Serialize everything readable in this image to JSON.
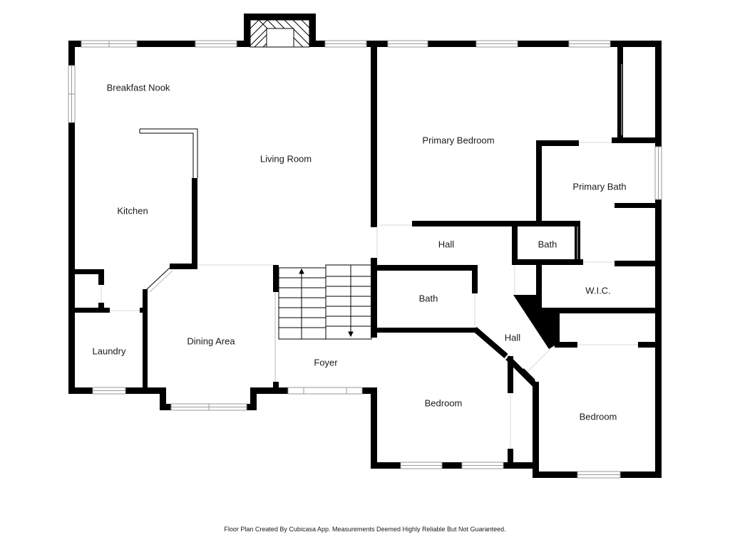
{
  "rooms": {
    "breakfast_nook": "Breakfast Nook",
    "living_room": "Living Room",
    "kitchen": "Kitchen",
    "dining_area": "Dining Area",
    "laundry": "Laundry",
    "foyer": "Foyer",
    "primary_bedroom": "Primary Bedroom",
    "primary_bath": "Primary Bath",
    "hall_upper": "Hall",
    "bath_small": "Bath",
    "bath_left": "Bath",
    "wic": "W.I.C.",
    "hall_lower": "Hall",
    "bedroom_left": "Bedroom",
    "bedroom_right": "Bedroom"
  },
  "footer": {
    "disclaimer": "Floor Plan Created By Cubicasa App. Measurements Deemed Highly Reliable But Not Guaranteed."
  }
}
